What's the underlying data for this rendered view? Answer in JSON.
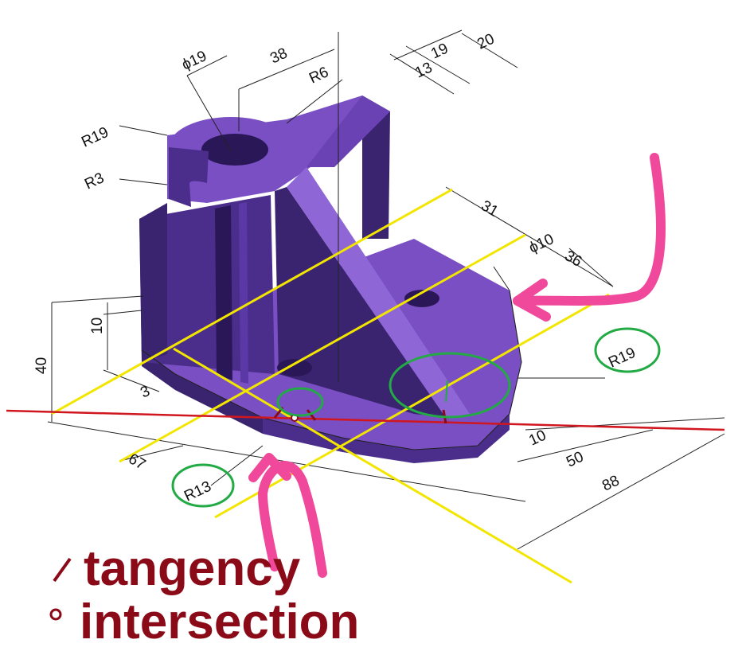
{
  "dimensions": {
    "d_phi19": "ϕ19",
    "d_38": "38",
    "d_R6": "R6",
    "d_19": "19",
    "d_20": "20",
    "d_13": "13",
    "d_R19_top": "R19",
    "d_R3": "R3",
    "d_31": "31",
    "d_phi10": "ϕ10",
    "d_36": "36",
    "d_R19_right": "R19",
    "d_10_left": "10",
    "d_40": "40",
    "d_3": "3",
    "d_10_bottom": "10",
    "d_50": "50",
    "d_88": "88",
    "d_67": "67",
    "d_R13": "R13"
  },
  "legend": {
    "tangency_label": "tangency",
    "intersection_label": "intersection"
  },
  "colors": {
    "part_top": "#7a4fc4",
    "part_front": "#4b2e8c",
    "part_side": "#3a2470",
    "part_dark": "#2a1758",
    "construction_yellow": "#f2e600",
    "red_line": "#d0161e",
    "green_circle": "#22aa44",
    "pink_arrow": "#f0489a",
    "legend_text": "#8b0a18"
  }
}
